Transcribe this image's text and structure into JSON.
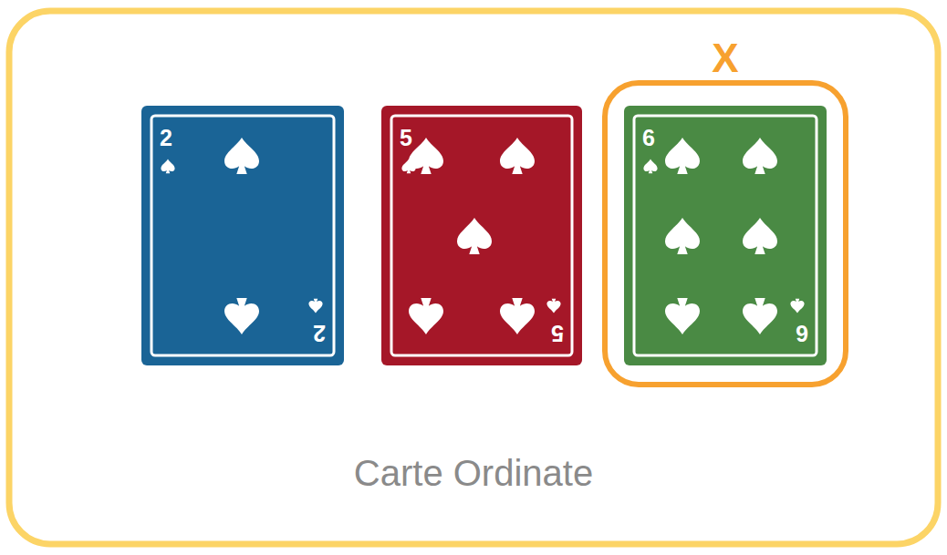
{
  "diagram": {
    "caption": "Carte Ordinate",
    "nodes": [
      {
        "text": [
          "2",
          "2"
        ]
      },
      {
        "text": [
          "5",
          "5"
        ]
      },
      {
        "text": [
          "X"
        ]
      },
      {
        "text": [
          "6",
          "6"
        ],
        "in": 2
      }
    ]
  }
}
